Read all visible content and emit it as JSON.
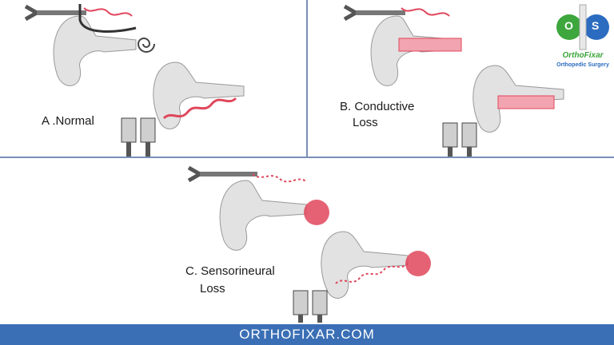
{
  "panels": {
    "normal": {
      "label": "A .Normal"
    },
    "conductive": {
      "label_line1": "B. Conductive",
      "label_line2": "Loss"
    },
    "sensorineural": {
      "label_line1": "C. Sensorineural",
      "label_line2": "Loss"
    }
  },
  "logo": {
    "name": "OrthoFixar",
    "subtitle": "Orthopedic Surgery",
    "letter_left": "O",
    "letter_right": "S"
  },
  "footer": {
    "text": "ORTHOFIXAR.COM"
  },
  "colors": {
    "wave": "#e0475c",
    "footer_bg": "#3a6fb5",
    "logo_green": "#3da63d",
    "logo_blue": "#2b6cc0"
  },
  "icons": [
    "tuning-fork-icon",
    "ear-icon",
    "headphones-icon",
    "cochlea-icon"
  ]
}
